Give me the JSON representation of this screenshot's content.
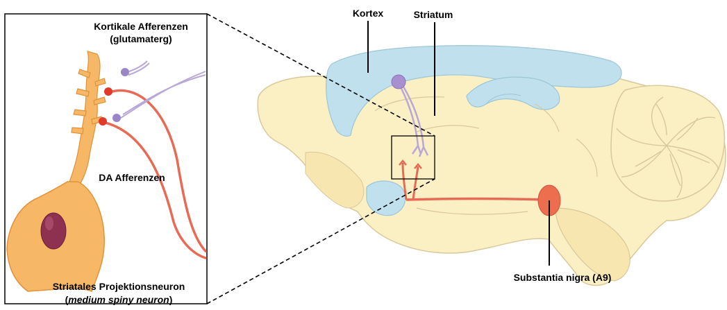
{
  "labels": {
    "cortical_afferents_line1": "Kortikale Afferenzen",
    "cortical_afferents_line2": "(glutamaterg)",
    "da_afferents": "DA Afferenzen",
    "projection_neuron_line1": "Striatales Projektionsneuron",
    "projection_neuron_open": "(",
    "projection_neuron_italic": "medium spiny neuron",
    "projection_neuron_close": ")",
    "cortex": "Kortex",
    "striatum": "Striatum",
    "substantia_nigra": "Substantia nigra (A9)"
  },
  "colors": {
    "cortex_blue": "#bfe0ec",
    "brain_cream": "#fbefc4",
    "brain_outline": "#d8c89a",
    "neuron_orange": "#f6b867",
    "neuron_outline": "#e0913a",
    "nucleus": "#8e3150",
    "dopamine_red": "#e86a55",
    "glutamate_purple": "#b9a7d6",
    "border": "#000000"
  }
}
